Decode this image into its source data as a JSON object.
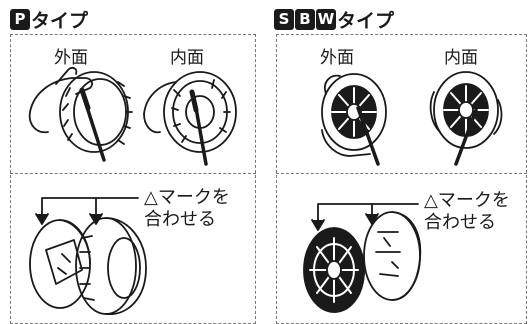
{
  "left_panel": {
    "badges": [
      "P"
    ],
    "title": "タイプ",
    "outer_label": "外面",
    "inner_label": "内面",
    "note_line1": "△マークを",
    "note_line2": "合わせる"
  },
  "right_panel": {
    "badges": [
      "S",
      "B",
      "W"
    ],
    "title": "タイプ",
    "outer_label": "外面",
    "inner_label": "内面",
    "note_line1": "△マークを",
    "note_line2": "合わせる"
  }
}
